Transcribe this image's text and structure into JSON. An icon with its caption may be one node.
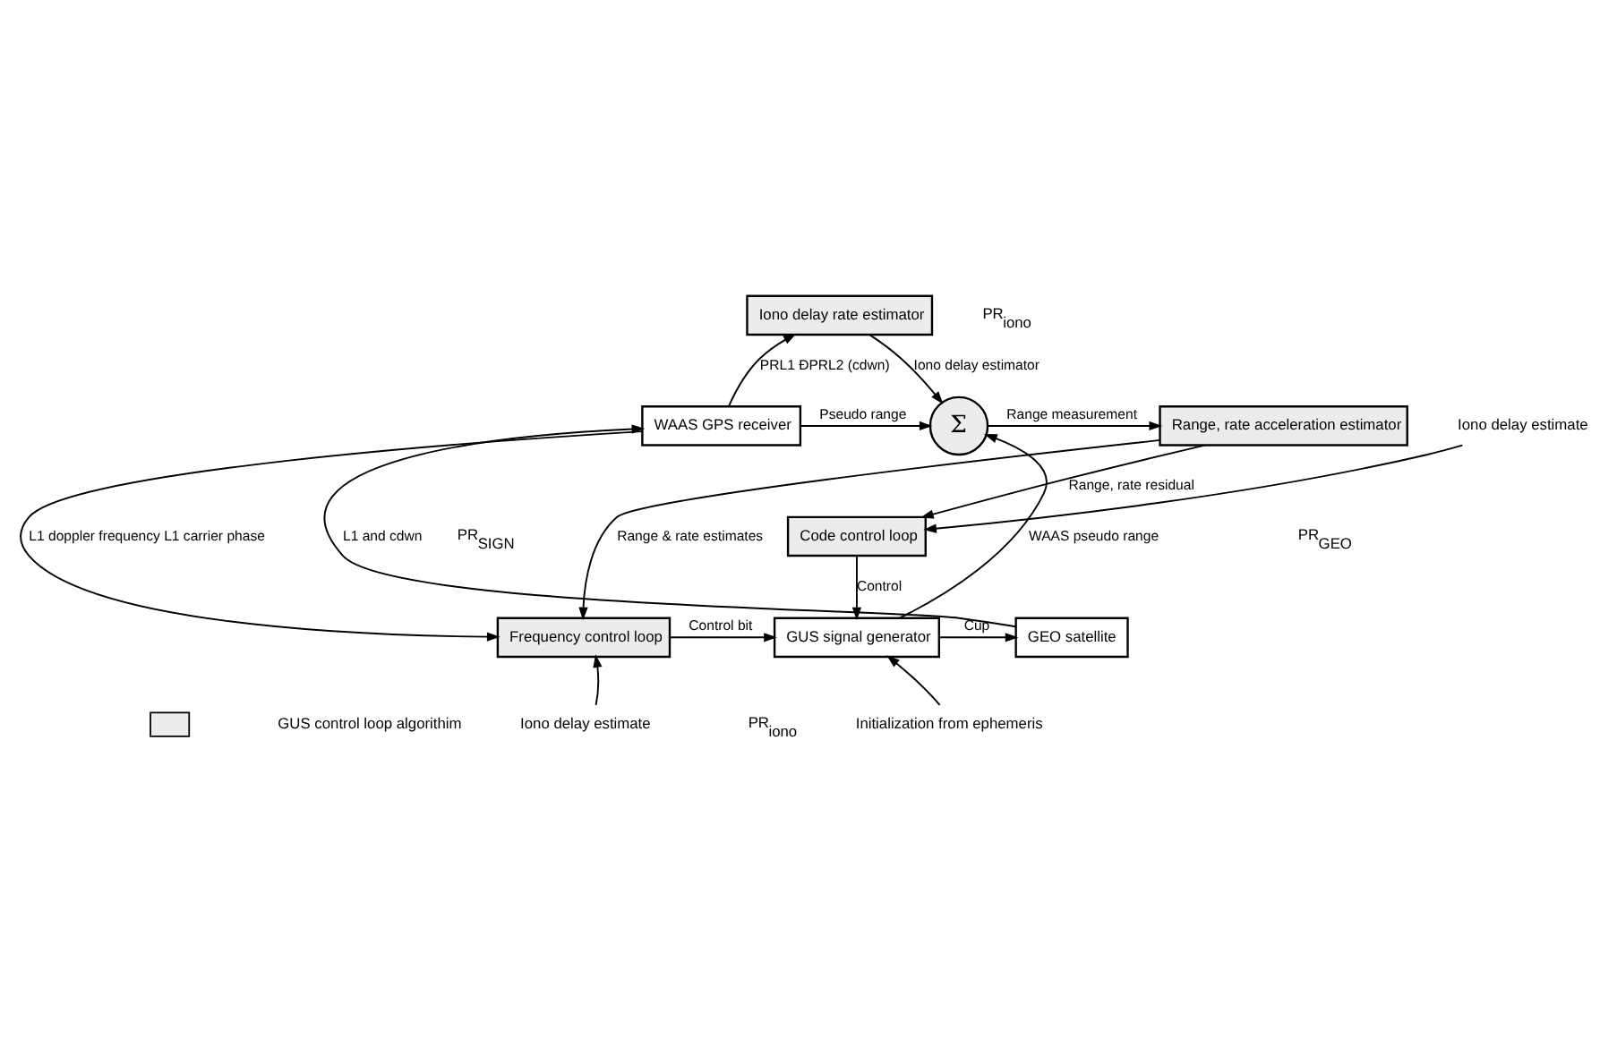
{
  "diagram": {
    "nodes": [
      {
        "text": [
          "Iono delay rate estimator"
        ]
      },
      {
        "text": [
          "Σ"
        ]
      },
      {
        "text": [
          "Range, rate acceleration estimator"
        ]
      },
      {
        "text": [
          "WAAS GPS receiver"
        ]
      },
      {
        "text": [
          "Code control loop"
        ]
      },
      {
        "text": [
          "GEO satellite"
        ]
      },
      {
        "text": [
          "GUS signal generator"
        ]
      },
      {
        "text": [
          "Frequency control loop"
        ]
      },
      {
        "text": [
          "Iono delay estimate"
        ]
      },
      {
        "text": [
          "Initialization from ephemeris"
        ]
      },
      {
        "text": [
          "Iono delay estimate"
        ]
      }
    ],
    "edges": [
      {
        "from": 3,
        "to": 0,
        "arrow": "to",
        "label": "PRL1 ĐPRL2 (cdwn)"
      },
      {
        "from": 0,
        "to": 1,
        "arrow": "to",
        "label": "Iono delay estimator"
      },
      {
        "from": 1,
        "to": 2,
        "arrow": "to",
        "label": "Range measurement"
      },
      {
        "from": 3,
        "to": 1,
        "arrow": "to",
        "label": "Pseudo range"
      },
      {
        "from": 2,
        "to": 4,
        "arrow": "to",
        "label": "Range, rate residual"
      },
      {
        "from": 8,
        "to": 4,
        "arrow": "to"
      },
      {
        "from": 2,
        "to": 7,
        "arrow": "to",
        "label": "Range & rate estimates"
      },
      {
        "from": 4,
        "to": 6,
        "arrow": "to",
        "label": "Control"
      },
      {
        "from": 7,
        "to": 6,
        "arrow": "to",
        "label": "Control bit"
      },
      {
        "from": 6,
        "to": 1,
        "arrow": "to",
        "label": "WAAS pseudo range"
      },
      {
        "from": 6,
        "to": 5,
        "arrow": "to",
        "label": "Cup"
      },
      {
        "from": 5,
        "to": 3,
        "arrow": "to",
        "label": "L1 and cdwn"
      },
      {
        "from": 9,
        "to": 6,
        "arrow": "to"
      },
      {
        "from": 10,
        "to": 7,
        "arrow": "to"
      },
      {
        "from": 3,
        "to": 7,
        "arrow": "to",
        "label": "L1 doppler frequency L1 carrier phase"
      }
    ],
    "labels": [
      "PR$_{iono}$",
      "PR$_{GEO}$",
      "PR$_{SIGN}$",
      "PR$_{iono}$"
    ],
    "legend": [
      {
        "text": "GUS control loop algorithim",
        "color": "#ececec"
      }
    ]
  }
}
